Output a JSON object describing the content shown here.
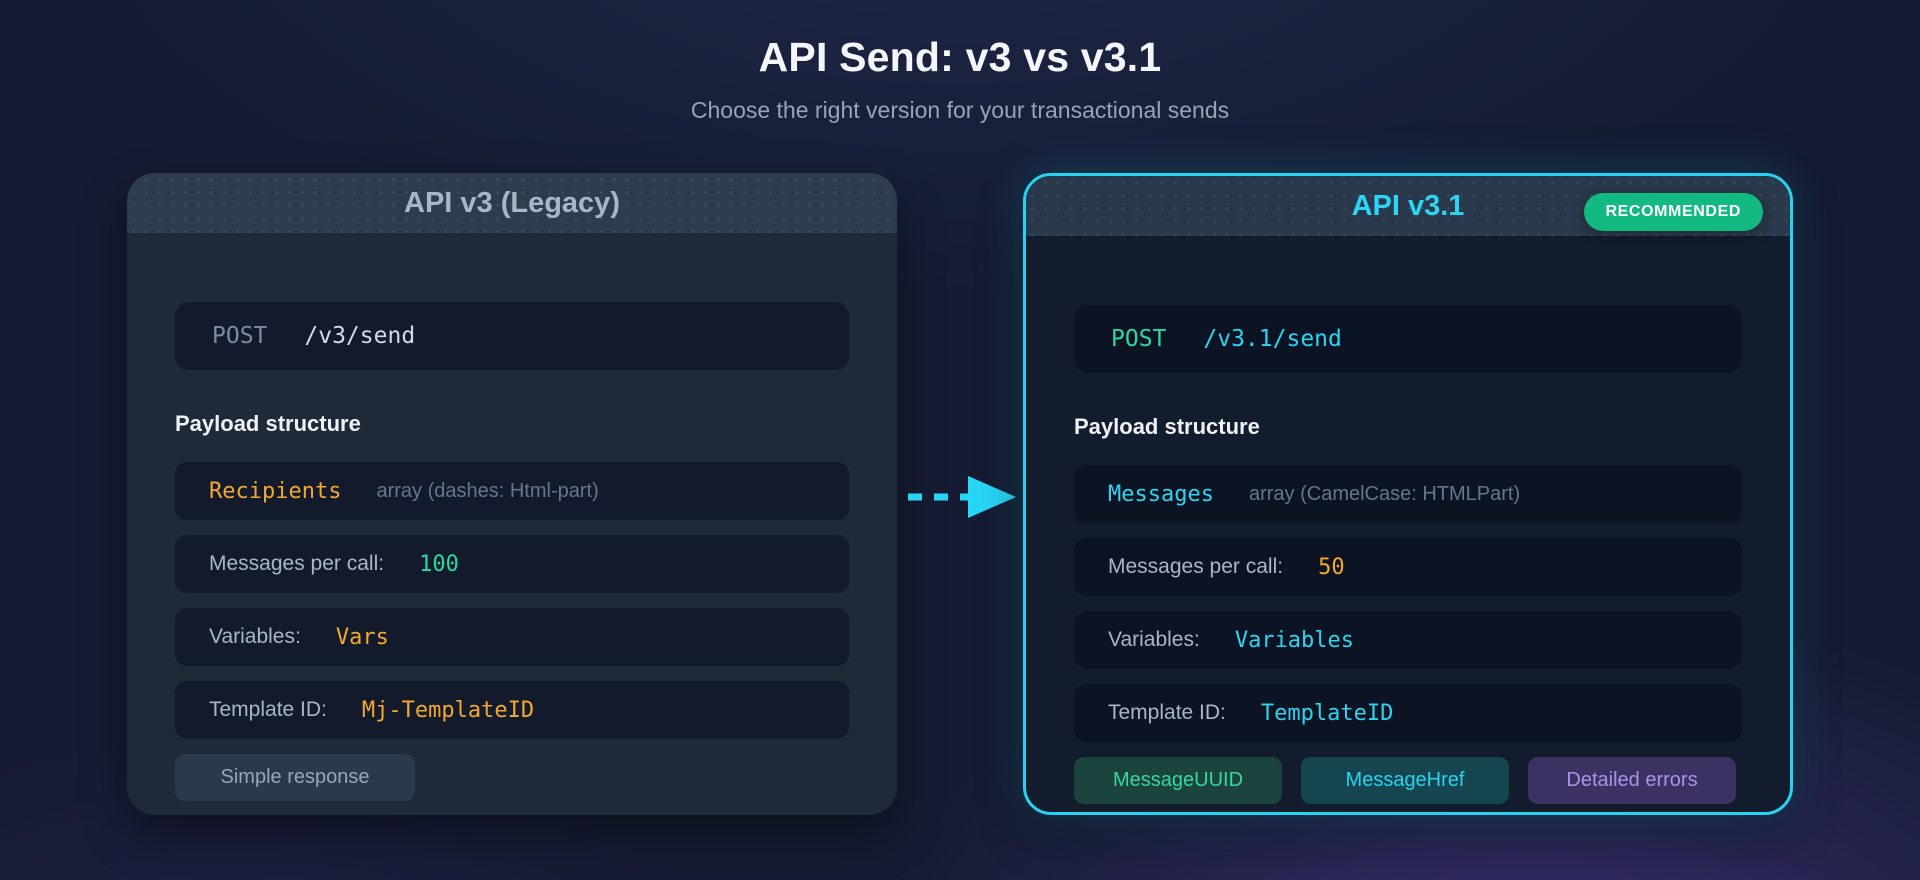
{
  "header": {
    "title": "API Send: v3 vs v3.1",
    "subtitle": "Choose the right version for your transactional sends"
  },
  "left": {
    "title": "API v3 (Legacy)",
    "endpoint": {
      "method": "POST",
      "path": "/v3/send"
    },
    "payload_label": "Payload structure",
    "rows": [
      {
        "key": "Recipients",
        "note": "array (dashes: Html-part)"
      },
      {
        "label": "Messages per call:",
        "value": "100"
      },
      {
        "label": "Variables:",
        "value": "Vars"
      },
      {
        "label": "Template ID:",
        "value": "Mj-TemplateID"
      }
    ],
    "footer_chip": "Simple response"
  },
  "right": {
    "title": "API v3.1",
    "badge": "RECOMMENDED",
    "endpoint": {
      "method": "POST",
      "path": "/v3.1/send"
    },
    "payload_label": "Payload structure",
    "rows": [
      {
        "key": "Messages",
        "note": "array (CamelCase: HTMLPart)"
      },
      {
        "label": "Messages per call:",
        "value": "50"
      },
      {
        "label": "Variables:",
        "value": "Variables"
      },
      {
        "label": "Template ID:",
        "value": "TemplateID"
      }
    ],
    "chips": [
      "MessageUUID",
      "MessageHref",
      "Detailed errors"
    ]
  },
  "colors": {
    "accent_cyan": "#22d3ee",
    "accent_orange": "#f3a82f",
    "accent_green": "#2fd6a2",
    "badge_green": "#12b981",
    "chip_purple_text": "#a993ea",
    "background_navy": "#151b32"
  }
}
